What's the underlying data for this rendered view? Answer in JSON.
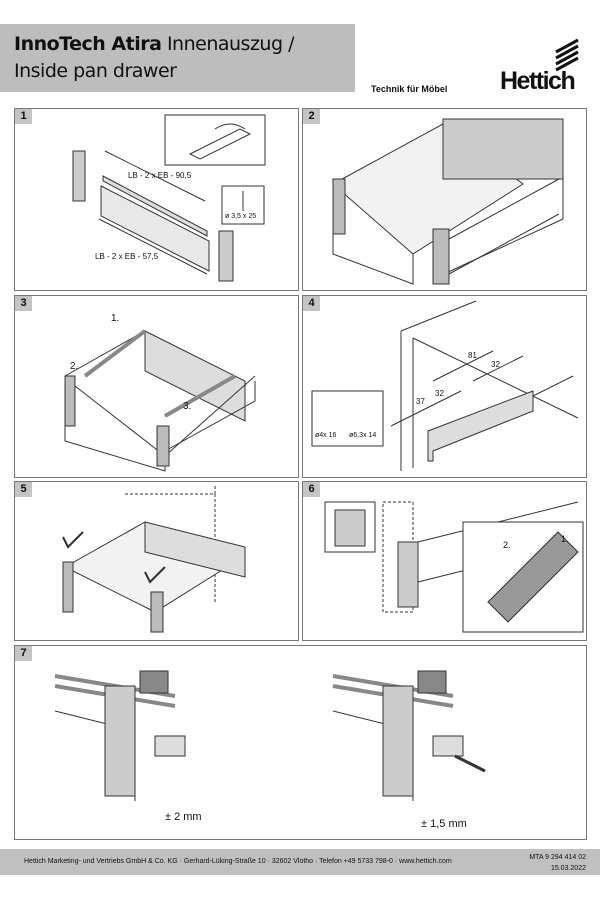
{
  "header": {
    "title_bold": "InnoTech Atira",
    "title_rest": " Innenauszug /",
    "subtitle": "Inside pan drawer",
    "tagline": "Technik für Möbel",
    "logo_text": "Hettich"
  },
  "steps": [
    {
      "number": "1",
      "labels": [
        "LB - 2 x EB - 90,5",
        "LB - 2 x EB - 57,5",
        "ø 3,5 x 25"
      ]
    },
    {
      "number": "2"
    },
    {
      "number": "3",
      "labels": [
        "1.",
        "2.",
        "3."
      ]
    },
    {
      "number": "4",
      "labels": [
        "81",
        "32",
        "32",
        "37",
        "ø4x 16",
        "ø6,3x 14"
      ]
    },
    {
      "number": "5"
    },
    {
      "number": "6",
      "labels": [
        "2.",
        "1."
      ]
    },
    {
      "number": "7",
      "labels": [
        "± 2 mm",
        "± 1,5 mm"
      ]
    }
  ],
  "footer": {
    "address": "Hettich Marketing- und Vertriebs GmbH & Co. KG · Gerhard-Lüking-Straße 10 · 32602 Vlotho · Telefon +49 5733 798-0 · www.hettich.com",
    "doc_number": "MTA  9 294 414 02",
    "date": "15.03.2022"
  }
}
